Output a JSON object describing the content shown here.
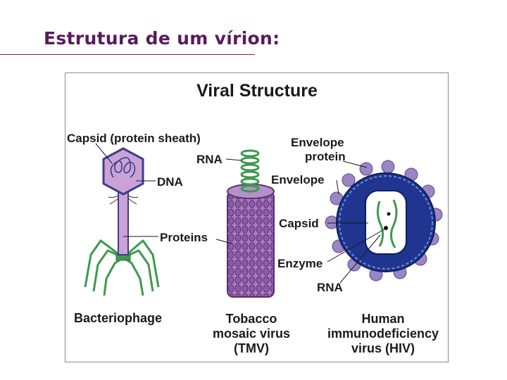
{
  "slide": {
    "title": "Estrutura de um vírion:"
  },
  "figure": {
    "title": "Viral Structure",
    "labels": {
      "capsid_protein_sheath": "Capsid (protein sheath)",
      "dna": "DNA",
      "proteins": "Proteins",
      "rna_tmv": "RNA",
      "envelope_protein_line1": "Envelope",
      "envelope_protein_line2": "protein",
      "envelope": "Envelope",
      "capsid": "Capsid",
      "enzyme": "Enzyme",
      "rna_hiv": "RNA"
    },
    "captions": {
      "bacteriophage": "Bacteriophage",
      "tmv_line1": "Tobacco",
      "tmv_line2": "mosaic virus",
      "tmv_line3": "(TMV)",
      "hiv_line1": "Human",
      "hiv_line2": "immunodeficiency",
      "hiv_line3": "virus (HIV)"
    },
    "colors": {
      "phage_head": "#c9a3d6",
      "phage_outline": "#3f3d8c",
      "protein_green": "#3d9a4c",
      "tmv_purple": "#8d5aa8",
      "hiv_blue": "#1f3590",
      "hiv_inner": "#ffffff",
      "knob": "#9a86c4"
    }
  }
}
